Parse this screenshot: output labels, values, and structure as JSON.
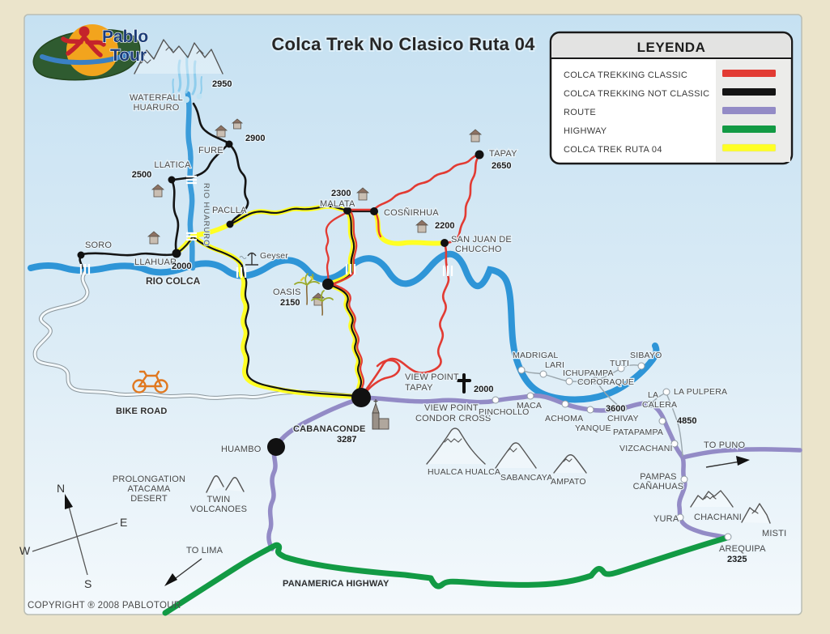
{
  "title": "Colca Trek No Clasico Ruta 04",
  "logo": {
    "name_top": "Pablo",
    "name_bottom": "Tour"
  },
  "legend": {
    "title": "LEYENDA",
    "items": [
      {
        "label": "COLCA TREKKING CLASSIC",
        "color": "#e23b33"
      },
      {
        "label": "COLCA TREKKING NOT CLASSIC",
        "color": "#141414"
      },
      {
        "label": "ROUTE",
        "color": "#938bc6"
      },
      {
        "label": "HIGHWAY",
        "color": "#129a44"
      },
      {
        "label": "COLCA TREK RUTA 04",
        "color": "#ffff24"
      }
    ]
  },
  "colors": {
    "river": "#2e95d7",
    "bike_road_casing": "#8b969c",
    "bicycle": "#e07820"
  },
  "rivers": {
    "rio_colca": "RIO COLCA",
    "rio_huaruro": "RIO HUARURO"
  },
  "places": {
    "waterfall_line1": "WATERFALL",
    "waterfall_line2": "HUARURO",
    "waterfall_elev": "2950",
    "fure": "FURE",
    "fure_elev": "2900",
    "llatica": "LLATICA",
    "llatica_elev": "2500",
    "paclla": "PACLLA",
    "soro": "SORO",
    "llahuar": "LLAHUAR",
    "llahuar_elev": "2000",
    "geyser": "Geyser",
    "oasis": "OASIS",
    "oasis_elev": "2150",
    "malata": "MALATA",
    "malata_elev": "2300",
    "cosnirhua": "COSÑIRHUA",
    "tapay": "TAPAY",
    "tapay_elev": "2650",
    "san_juan_line1": "SAN JUAN DE",
    "san_juan_line2": "CHUCCHO",
    "san_juan_elev": "2200",
    "vp_tapay_line1": "VIEW POINT",
    "vp_tapay_line2": "TAPAY",
    "cross_elev": "2000",
    "vp_condor_line1": "VIEW POINT",
    "vp_condor_line2": "CONDOR CROSS",
    "cabanaconde": "CABANACONDE",
    "cabanaconde_elev": "3287",
    "bike_road": "BIKE ROAD",
    "huambo": "HUAMBO",
    "pinchollo": "PINCHOLLO",
    "maca": "MACA",
    "achoma": "ACHOMA",
    "yanque": "YANQUE",
    "chivay": "CHIVAY",
    "chivay_elev": "3600",
    "la_calera_line1": "LA",
    "la_calera_line2": "CALERA",
    "la_pulpera": "LA PULPERA",
    "la_pulpera_elev": "4850",
    "patapampa": "PATAPAMPA",
    "vizcachani": "VIZCACHANI",
    "madrigal": "MADRIGAL",
    "lari": "LARI",
    "ichupampa": "ICHUPAMPA",
    "tuti": "TUTI",
    "coporaque": "COPORAQUE",
    "sibayo": "SIBAYO",
    "to_puno": "TO PUNO",
    "to_lima": "TO LIMA",
    "pampas_line1": "PAMPAS",
    "pampas_line2": "CAÑAHUAS",
    "yura": "YURA",
    "chachani": "CHACHANI",
    "misti": "MISTI",
    "arequipa": "AREQUIPA",
    "arequipa_elev": "2325",
    "hualca": "HUALCA HUALCA",
    "sabancaya": "SABANCAYA",
    "ampato": "AMPATO",
    "twin_line1": "TWIN",
    "twin_line2": "VOLCANOES",
    "atacama_line1": "PROLONGATION",
    "atacama_line2": "ATACAMA",
    "atacama_line3": "DESERT",
    "panamerica": "PANAMERICA HIGHWAY"
  },
  "compass": {
    "n": "N",
    "s": "S",
    "e": "E",
    "w": "W"
  },
  "copyright": "COPYRIGHT ® 2008 PABLOTOUR"
}
